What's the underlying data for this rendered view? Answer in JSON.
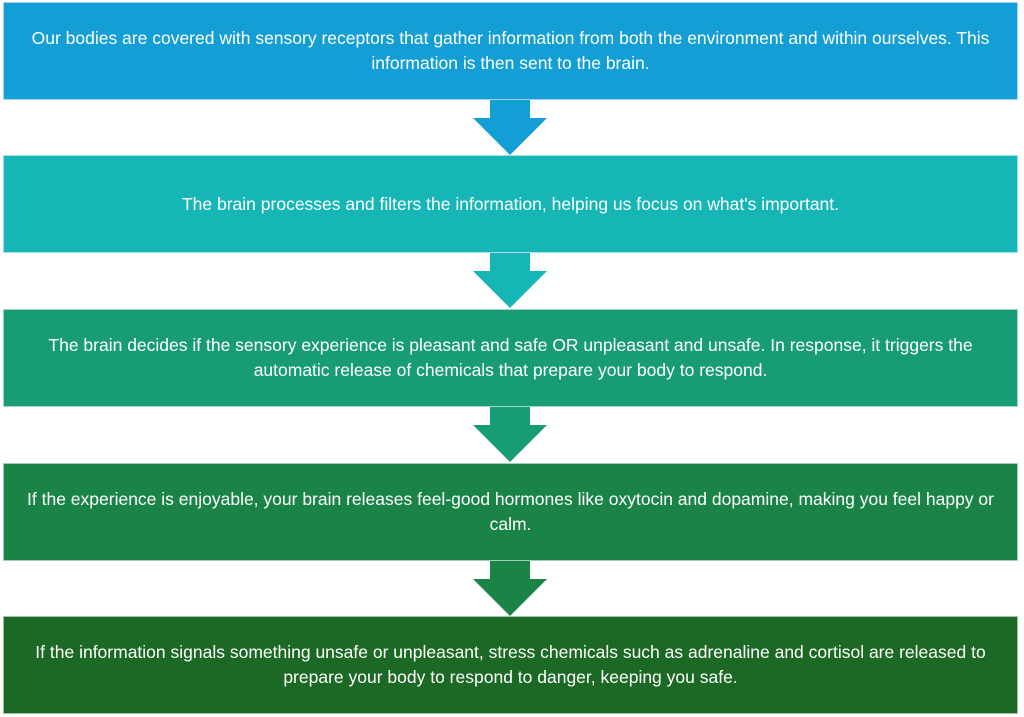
{
  "steps": [
    {
      "text": "Our bodies are covered with sensory receptors that gather information from both the environment and within ourselves. This information is then sent to the brain.",
      "color": "#139ED6"
    },
    {
      "text": "The brain processes and filters the information, helping us focus on what's important.",
      "color": "#16B6B6"
    },
    {
      "text": "The brain decides if the sensory experience is pleasant and safe OR unpleasant and unsafe. In response, it triggers the automatic release of chemicals that prepare your body  to respond.",
      "color": "#189C75"
    },
    {
      "text": "If the experience is enjoyable, your brain releases feel-good hormones like oxytocin and dopamine, making you feel happy or calm.",
      "color": "#1A8447"
    },
    {
      "text": "If the information signals something unsafe or unpleasant, stress chemicals such as adrenaline and cortisol are released to prepare your body to respond to danger, keeping you safe.",
      "color": "#1C6825"
    }
  ]
}
